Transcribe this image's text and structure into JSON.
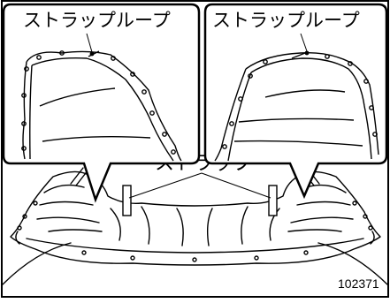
{
  "labels": {
    "callout_left": "ストラップループ",
    "callout_right": "ストラップループ",
    "strap": "ストラップ",
    "figure_number": "102371"
  }
}
